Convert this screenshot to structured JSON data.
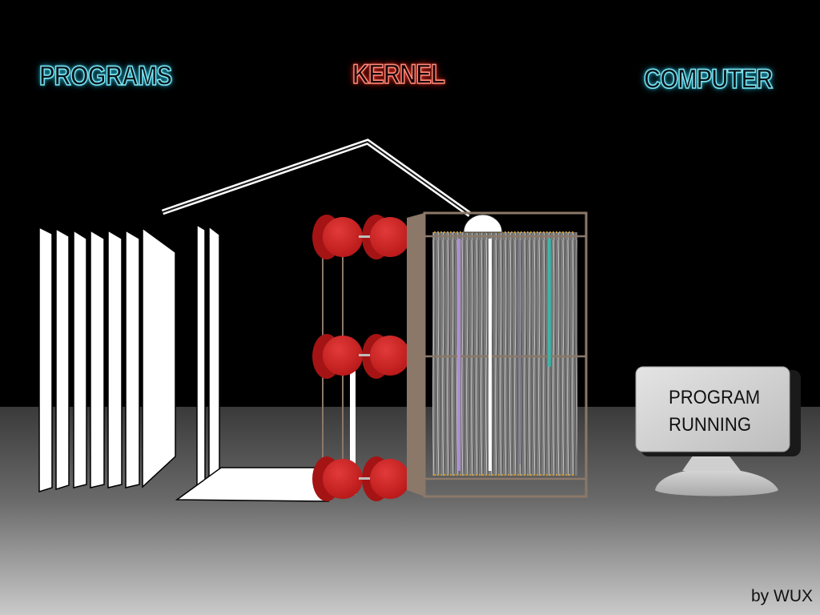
{
  "labels": {
    "programs": "PROGRAMS",
    "kernel": "KERNEL",
    "computer": "COMPUTER"
  },
  "monitor": {
    "line1": "PROGRAM",
    "line2": "RUNNING"
  },
  "credit": "by WUX",
  "colors": {
    "background_top": "#000000",
    "floor_light": "#c8c8c8",
    "neon_cyan": "#7fe6f5",
    "neon_red": "#ff8c7d",
    "spool_red": "#d32424",
    "frame_brown": "#8b7868"
  }
}
